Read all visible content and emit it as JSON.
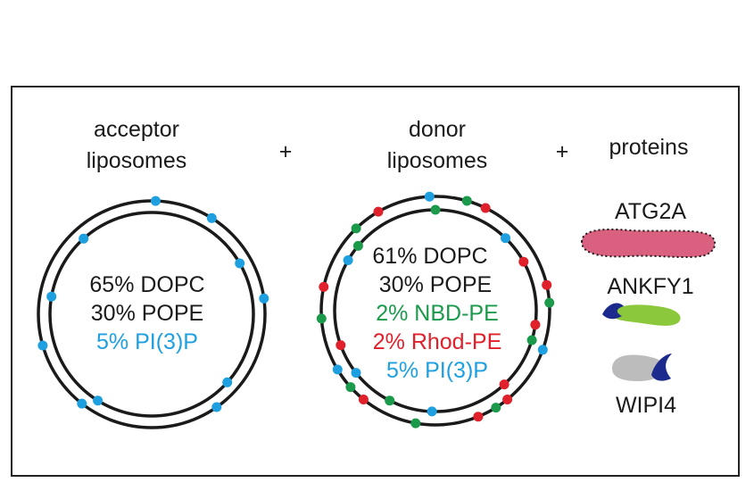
{
  "acceptor": {
    "title_line1": "acceptor",
    "title_line2": "liposomes",
    "composition": [
      "65% DOPC",
      "30% POPE",
      "5% PI(3)P"
    ]
  },
  "plus_sign": "+",
  "donor": {
    "title_line1": "donor",
    "title_line2": "liposomes",
    "composition": [
      "61% DOPC",
      "30% POPE",
      "2% NBD-PE",
      "2% Rhod-PE",
      "5% PI(3)P"
    ]
  },
  "proteins": {
    "title": "proteins",
    "items": [
      "ATG2A",
      "ANKFY1",
      "WIPI4"
    ]
  },
  "colors": {
    "pi3p_blue": "#1ea0e0",
    "nbd_green": "#1a9a4a",
    "rhod_red": "#e0202a",
    "atg2a_pink": "#d9607e",
    "ankfy1_lime": "#8cc83c",
    "wipi4_gray": "#bcbcbc",
    "domain_navy": "#1b2a8c",
    "membrane": "#1a1a1a"
  }
}
